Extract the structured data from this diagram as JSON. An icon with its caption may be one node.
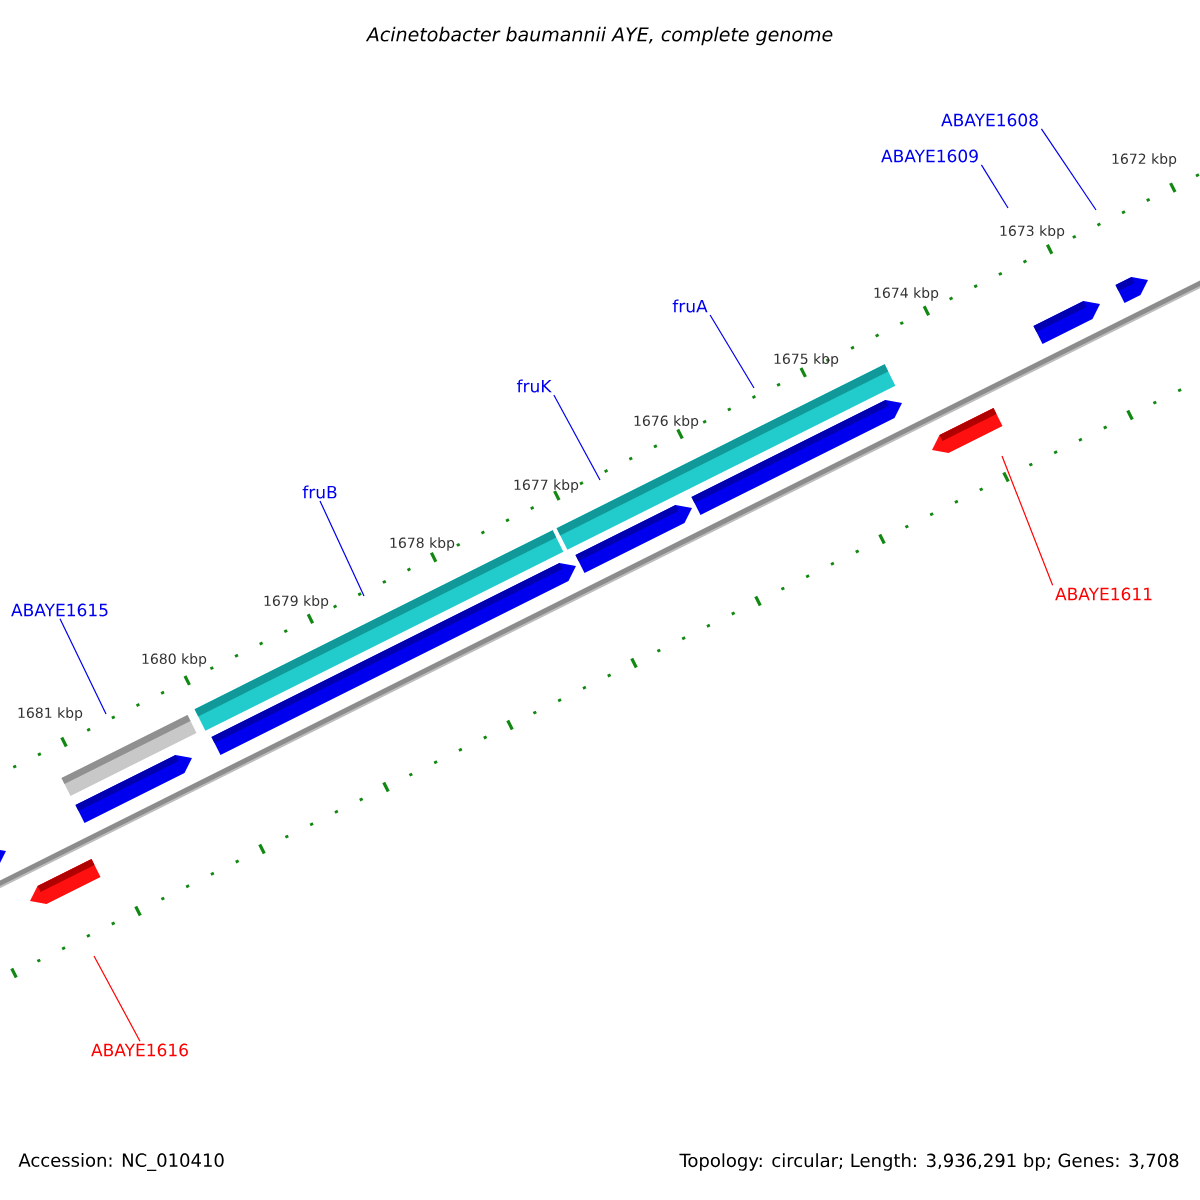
{
  "diagram": {
    "title": "Acinetobacter baumannii AYE, complete genome",
    "nodes": [
      {
        "text": [
          "ABAYE1608"
        ]
      },
      {
        "text": [
          "ABAYE1609"
        ]
      },
      {
        "text": [
          "fruA"
        ]
      },
      {
        "text": [
          "fruK"
        ]
      },
      {
        "text": [
          "fruB"
        ]
      },
      {
        "text": [
          "ABAYE1615"
        ]
      },
      {
        "text": [
          "ABAYE1611"
        ]
      },
      {
        "text": [
          "ABAYE1616"
        ]
      }
    ],
    "edges": [
      {
        "from": 0,
        "to": null,
        "arrow": "none"
      },
      {
        "from": 1,
        "to": null,
        "arrow": "none"
      },
      {
        "from": 2,
        "to": null,
        "arrow": "none"
      },
      {
        "from": 3,
        "to": null,
        "arrow": "none"
      },
      {
        "from": 4,
        "to": null,
        "arrow": "none"
      },
      {
        "from": 5,
        "to": null,
        "arrow": "none"
      },
      {
        "from": 6,
        "to": null,
        "arrow": "none",
        "color": "#ff0000"
      },
      {
        "from": 7,
        "to": null,
        "arrow": "none",
        "color": "#ff0000"
      }
    ],
    "labels": [
      "1672 kbp",
      "1673 kbp",
      "1674 kbp",
      "1675 kbp",
      "1676 kbp",
      "1677 kbp",
      "1678 kbp",
      "1679 kbp",
      "1680 kbp",
      "1681 kbp",
      "Accession: NC_010410",
      "Topology: circular; Length: 3,936,291 bp; Genes: 3,708"
    ]
  }
}
